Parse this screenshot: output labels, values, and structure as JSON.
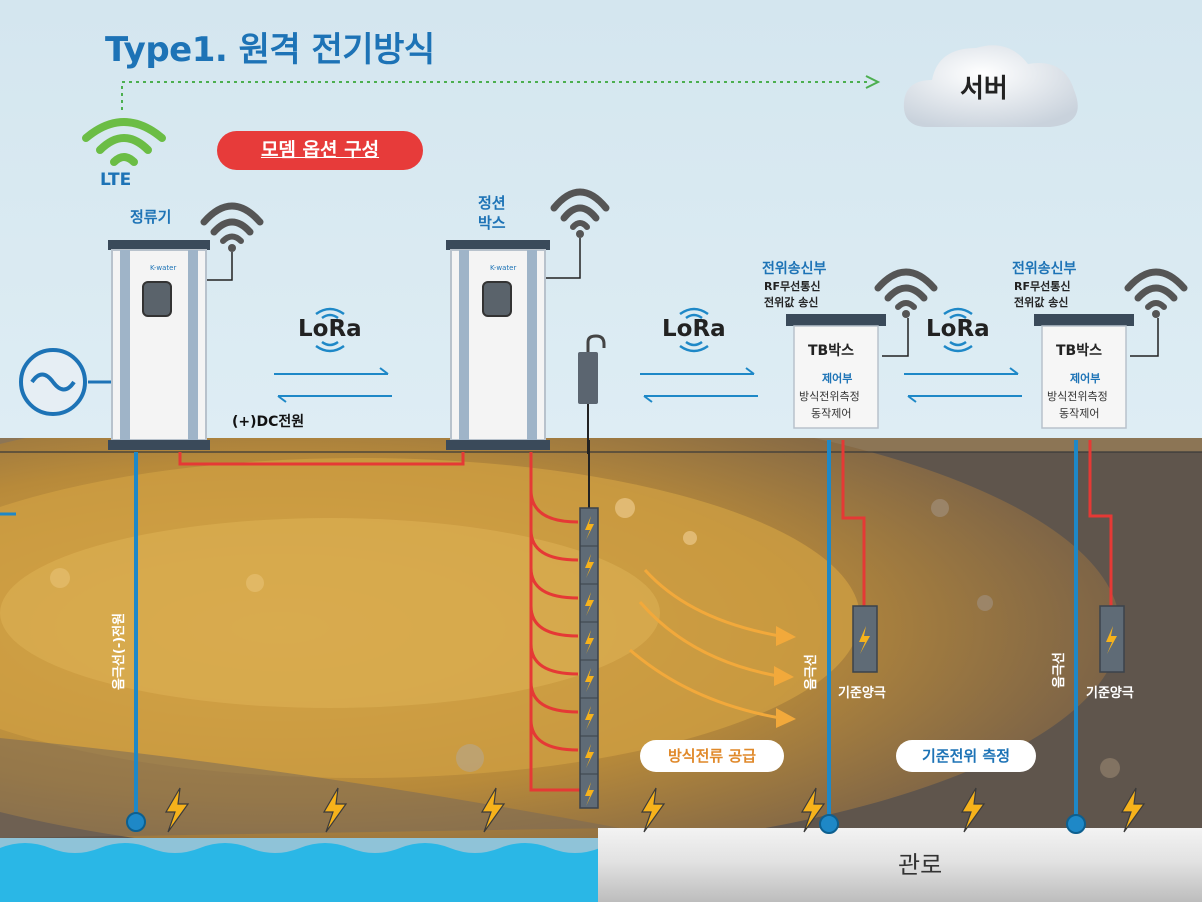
{
  "title": "Type1. 원격 전기방식",
  "lte_label": "LTE",
  "modem_option_label": "모뎀 옵션 구성",
  "server_label": "서버",
  "rectifier_label": "정류기",
  "junction_box_label_line1": "정션",
  "junction_box_label_line2": "박스",
  "lora_label": "LoRa",
  "dc_power_label": "(+)DC전원",
  "transmitter_label": "전위송신부",
  "transmitter_sub1": "RF무선통신",
  "transmitter_sub2": "전위값 송신",
  "tb_box_title": "TB박스",
  "tb_control_label": "제어부",
  "tb_measure_label": "방식전위측정",
  "tb_operate_label": "동작제어",
  "negative_wire_label": "음극선(-)전원",
  "cathode_wire_label": "음극선",
  "reference_anode_label": "기준양극",
  "cp_current_supply_label": "방식전류 공급",
  "reference_potential_label": "기준전위 측정",
  "pipeline_label": "관로",
  "brand_text": "K-water",
  "colors": {
    "title_blue": "#1d73b6",
    "red_pill": "#e73b3a",
    "lte_green": "#6bbd45",
    "wire_red": "#e53935",
    "wire_blue": "#1e88c7",
    "water": "#2ab7e6",
    "bolt_yellow": "#f6b21b"
  },
  "icons": [
    "wifi-icon",
    "lte-signal-icon",
    "cloud-icon",
    "ac-source-icon",
    "lightning-icon",
    "arrow-icon"
  ]
}
